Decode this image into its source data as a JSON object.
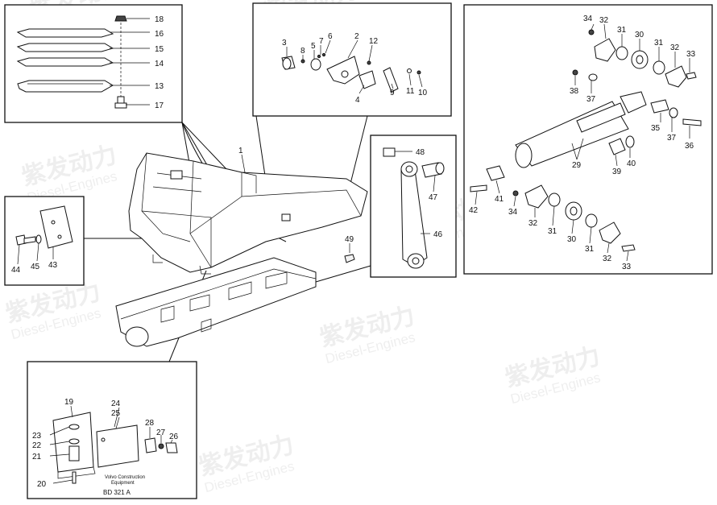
{
  "watermark": {
    "brand_cn": "紫发动力",
    "brand_en": "Diesel-Engines"
  },
  "footer": {
    "maker_line1": "Volvo Construction",
    "maker_line2": "Equipment",
    "drawing_code": "BD 321 A"
  },
  "callouts": {
    "c1": "1",
    "c2": "2",
    "c3": "3",
    "c4": "4",
    "c5": "5",
    "c6": "6",
    "c7": "7",
    "c8": "8",
    "c9": "9",
    "c10": "10",
    "c11": "11",
    "c12": "12",
    "c13": "13",
    "c14": "14",
    "c15": "15",
    "c16": "16",
    "c17": "17",
    "c18": "18",
    "c19": "19",
    "c20": "20",
    "c21": "21",
    "c22": "22",
    "c23": "23",
    "c24": "24",
    "c25": "25",
    "c26": "26",
    "c27": "27",
    "c28": "28",
    "c29": "29",
    "c30": "30",
    "c31": "31",
    "c32": "32",
    "c33": "33",
    "c34": "34",
    "c35": "35",
    "c36": "36",
    "c37": "37",
    "c38": "38",
    "c39": "39",
    "c40": "40",
    "c41": "41",
    "c42": "42",
    "c43": "43",
    "c44": "44",
    "c45": "45",
    "c46": "46",
    "c47": "47",
    "c48": "48",
    "c49": "49"
  }
}
